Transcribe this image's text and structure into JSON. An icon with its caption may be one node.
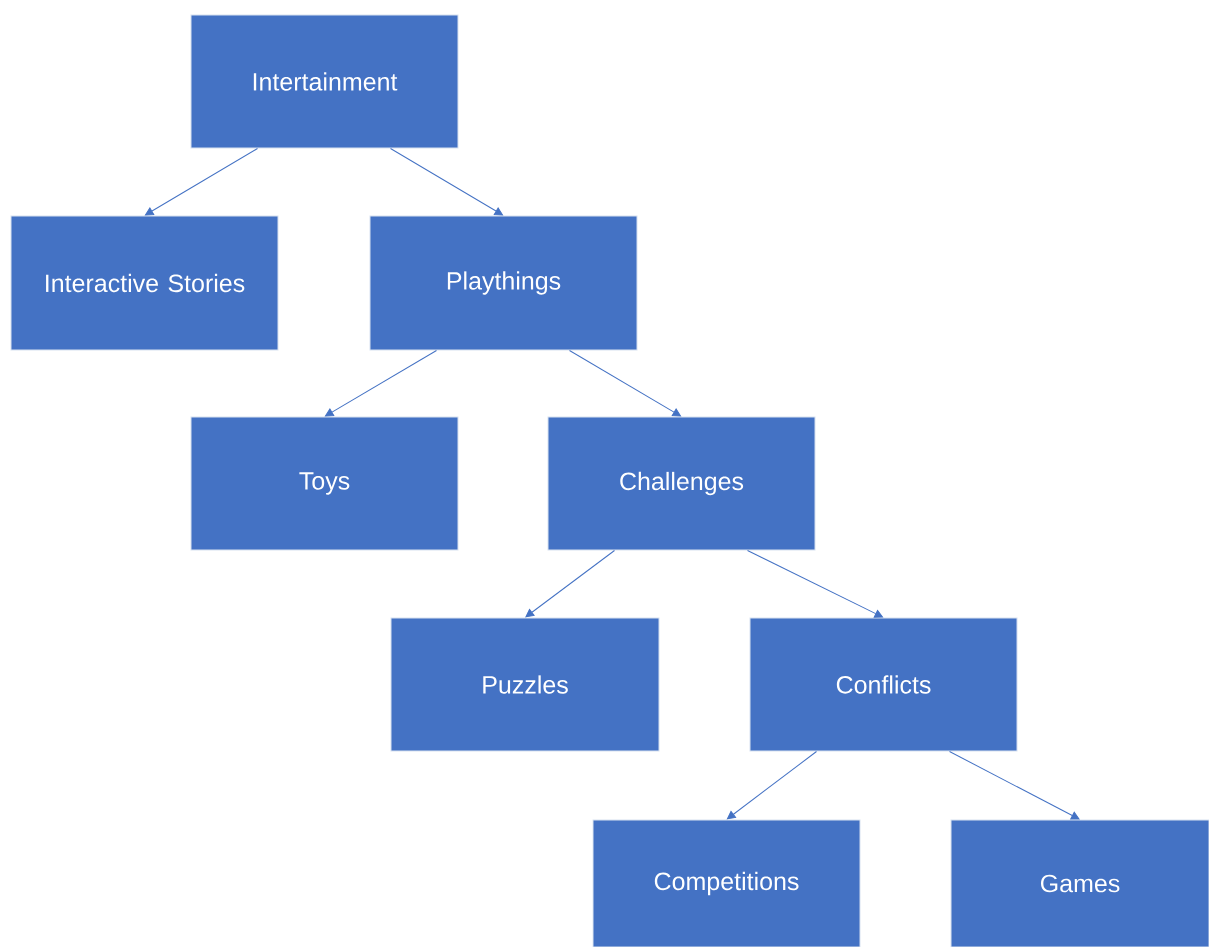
{
  "diagram": {
    "nodes": [
      {
        "text": [
          "Intertainment"
        ]
      },
      {
        "text": [
          "Interactive Stories"
        ]
      },
      {
        "text": [
          "Playthings"
        ]
      },
      {
        "text": [
          "Toys"
        ]
      },
      {
        "text": [
          "Challenges"
        ]
      },
      {
        "text": [
          "Puzzles"
        ]
      },
      {
        "text": [
          "Conflicts"
        ]
      },
      {
        "text": [
          "Competitions"
        ]
      },
      {
        "text": [
          "Games"
        ]
      }
    ],
    "edges": [
      {
        "from": 0,
        "to": 1,
        "arrow": "to"
      },
      {
        "from": 0,
        "to": 2,
        "arrow": "to"
      },
      {
        "from": 2,
        "to": 3,
        "arrow": "to"
      },
      {
        "from": 2,
        "to": 4,
        "arrow": "to"
      },
      {
        "from": 4,
        "to": 5,
        "arrow": "to"
      },
      {
        "from": 4,
        "to": 6,
        "arrow": "to"
      },
      {
        "from": 6,
        "to": 7,
        "arrow": "to"
      },
      {
        "from": 6,
        "to": 8,
        "arrow": "to"
      }
    ]
  }
}
